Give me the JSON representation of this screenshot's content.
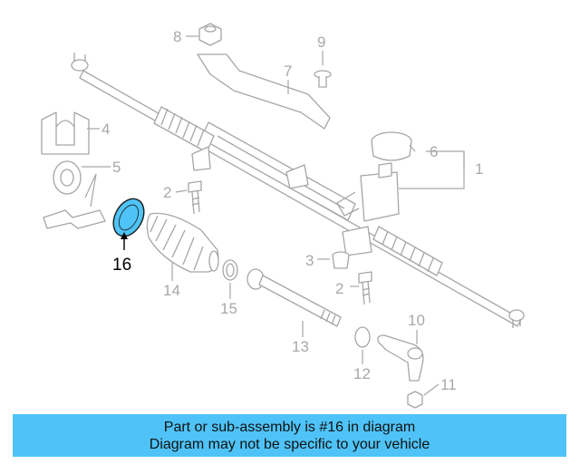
{
  "diagram": {
    "callouts": {
      "c1": "1",
      "c2a": "2",
      "c2b": "2",
      "c3": "3",
      "c4": "4",
      "c5": "5",
      "c6": "6",
      "c7": "7",
      "c8": "8",
      "c9": "9",
      "c10": "10",
      "c11": "11",
      "c12": "12",
      "c13": "13",
      "c14": "14",
      "c15": "15",
      "c16": "16"
    },
    "highlight_color": "#4fc3f7",
    "line_color": "#a6a6a6"
  },
  "banner": {
    "line1": "Part or sub-assembly is #16 in diagram",
    "line2": "Diagram may not be specific to your vehicle",
    "background": "#4fc3f7"
  }
}
